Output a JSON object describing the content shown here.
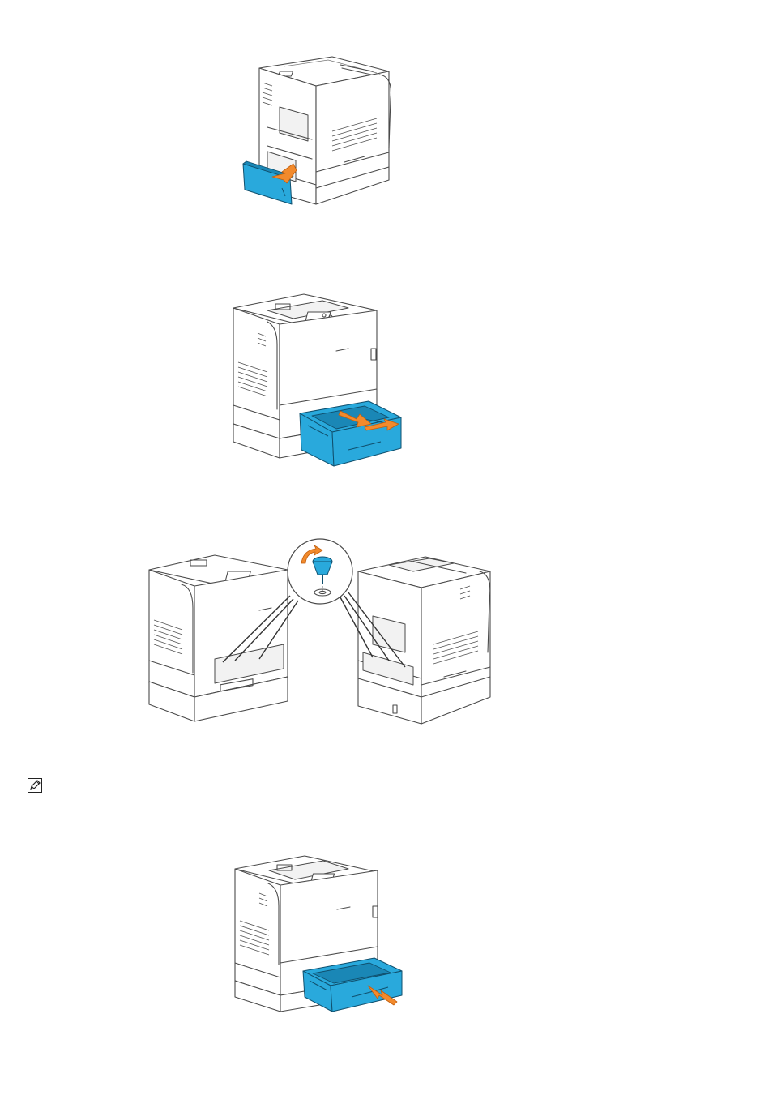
{
  "figures": [
    {
      "id": "fig-remove-rear-cover",
      "icon": "printer-rear-cover-removal-illustration"
    },
    {
      "id": "fig-pull-out-tray",
      "icon": "printer-tray-pull-out-illustration"
    },
    {
      "id": "fig-screw-locations",
      "icon": "printer-screw-location-illustration"
    },
    {
      "id": "fig-insert-tray",
      "icon": "printer-tray-insert-illustration"
    }
  ],
  "note": {
    "icon": "note-pencil-icon"
  },
  "colors": {
    "part_highlight": "#29a9dc",
    "arrow": "#f28a2c",
    "outline": "#4a4a4a"
  }
}
